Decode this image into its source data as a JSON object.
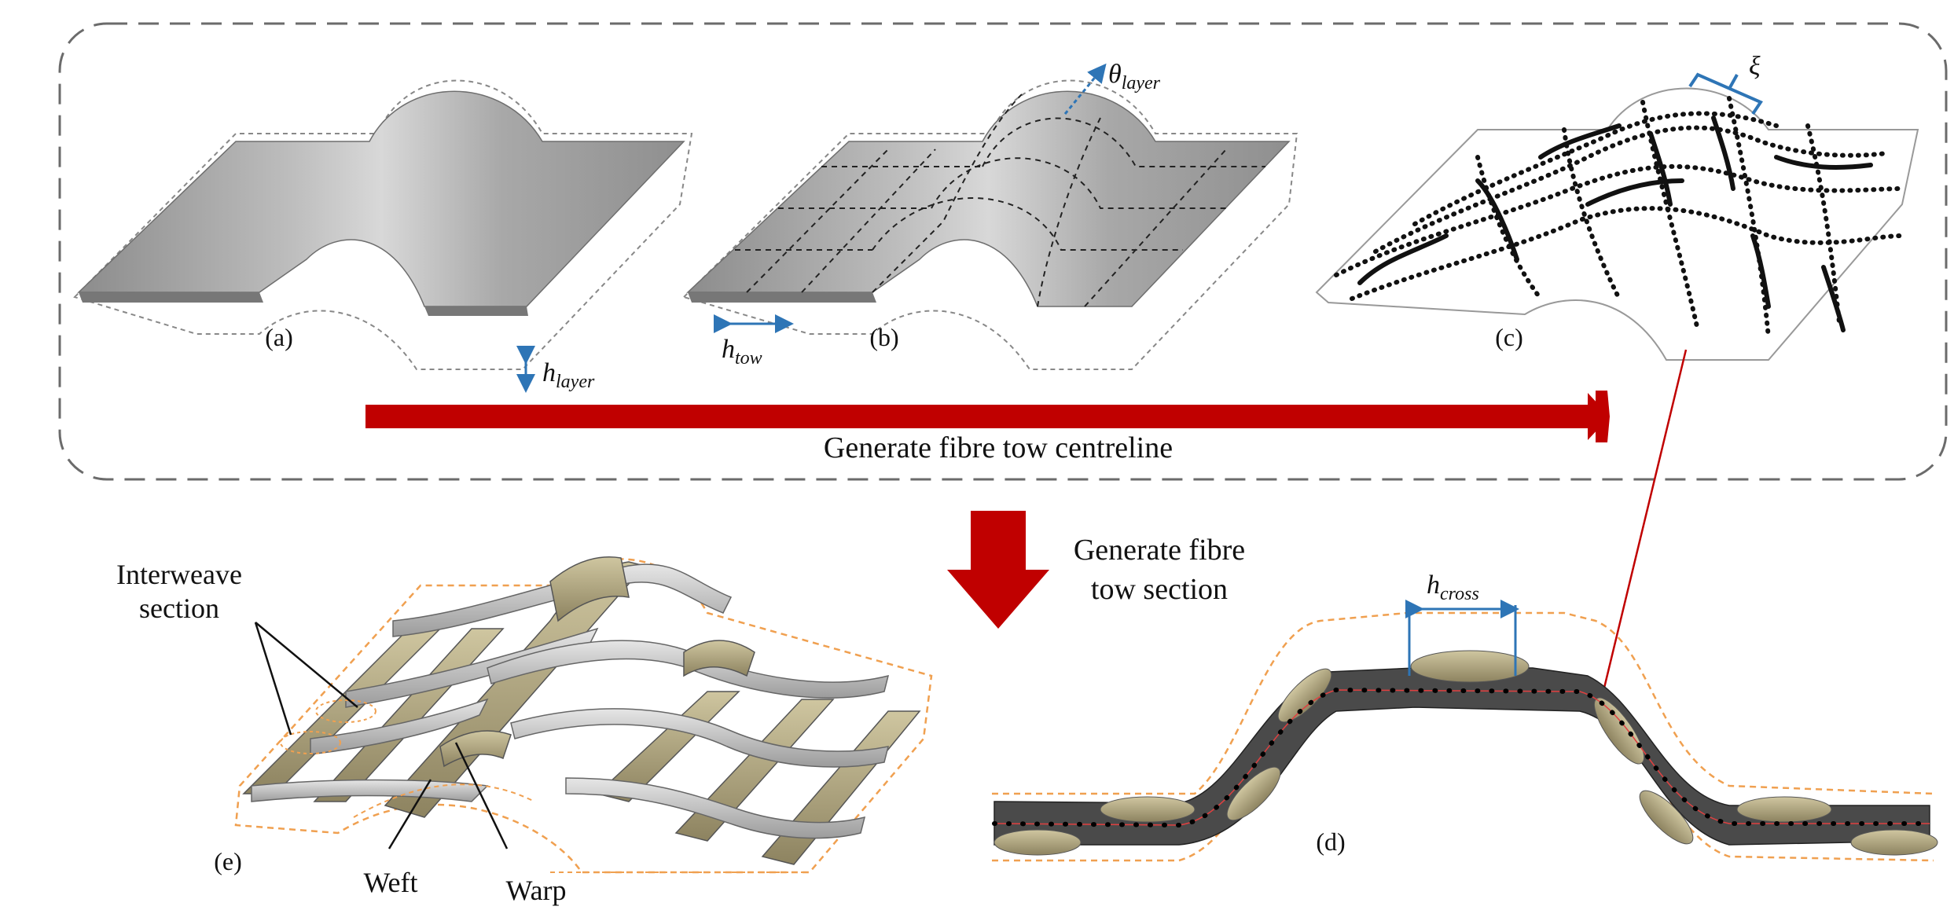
{
  "panels": {
    "a": "(a)",
    "b": "(b)",
    "c": "(c)",
    "d": "(d)",
    "e": "(e)"
  },
  "symbols": {
    "h_layer_base": "h",
    "h_layer_sub": "layer",
    "h_tow_base": "h",
    "h_tow_sub": "tow",
    "theta_base": "θ",
    "theta_sub": "layer",
    "xi": "ξ",
    "h_cross_base": "h",
    "h_cross_sub": "cross"
  },
  "arrows": {
    "horizontal_label": "Generate fibre tow centreline",
    "down_label_line1": "Generate fibre",
    "down_label_line2": "tow section"
  },
  "annotations": {
    "interweave_line1": "Interweave",
    "interweave_line2": "section",
    "weft": "Weft",
    "warp": "Warp"
  },
  "colors": {
    "arrow_red": "#c00000",
    "guide_blue": "#2e75b6",
    "tow_olive": "#a89d78",
    "tow_grey": "#b9b9b9",
    "dashed_orange": "#f0a050",
    "sheet_grey": "#9a9a9a"
  }
}
